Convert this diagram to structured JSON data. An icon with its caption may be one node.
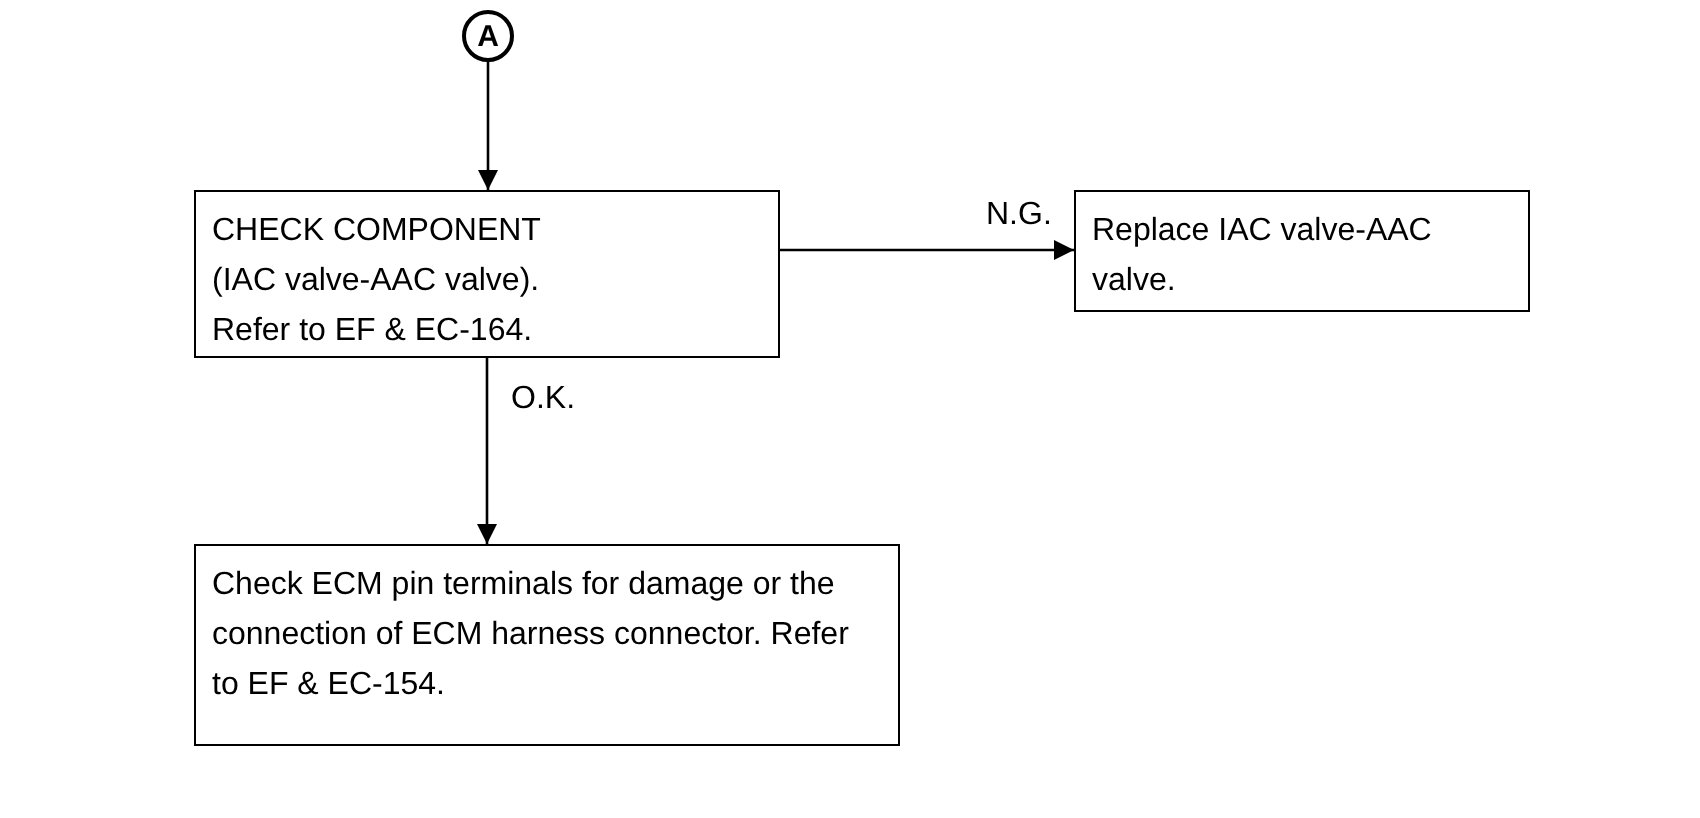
{
  "diagram": {
    "nodes": [
      {
        "text": [
          "A"
        ]
      },
      {
        "text": [
          "CHECK COMPONENT",
          "(IAC valve-AAC valve). Refer to EF & EC-164."
        ]
      },
      {
        "text": [
          "Replace IAC valve-AAC valve."
        ]
      },
      {
        "text": [
          "Check ECM pin terminals for damage or the connection of ECM harness connector. Refer to EF & EC-154."
        ]
      }
    ],
    "edges": [
      {
        "from": 0,
        "to": 1,
        "arrow": "to"
      },
      {
        "from": 1,
        "to": 2,
        "arrow": "to",
        "label": "N.G."
      },
      {
        "from": 1,
        "to": 3,
        "arrow": "to",
        "label": "O.K."
      }
    ]
  }
}
